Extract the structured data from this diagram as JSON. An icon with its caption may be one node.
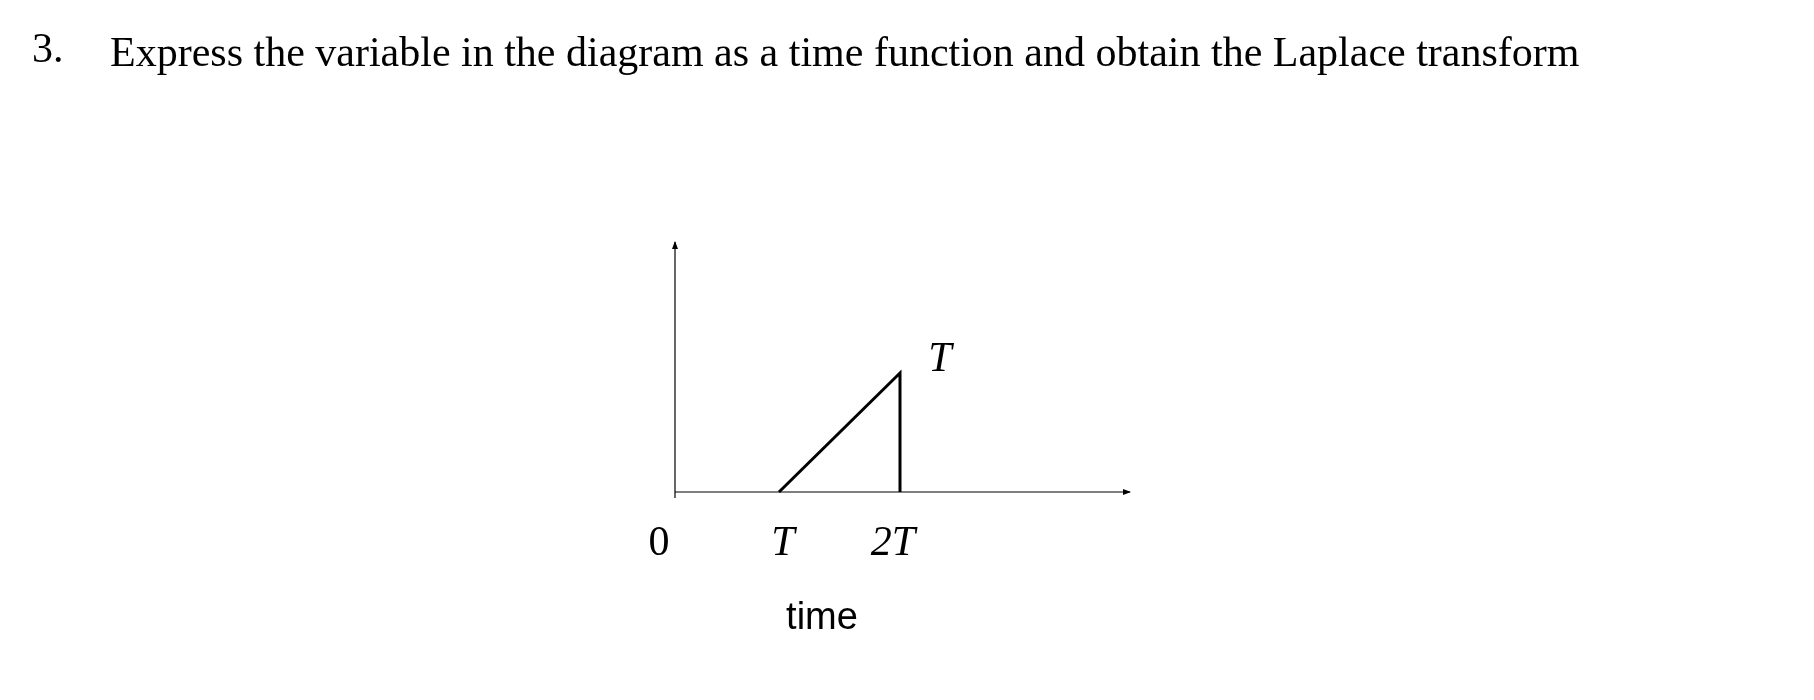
{
  "diagram": {
    "labels": [
      "3.",
      "Express the variable in the diagram as a time function and obtain the Laplace transform",
      "T",
      "0",
      "T",
      "2T",
      "time"
    ]
  }
}
